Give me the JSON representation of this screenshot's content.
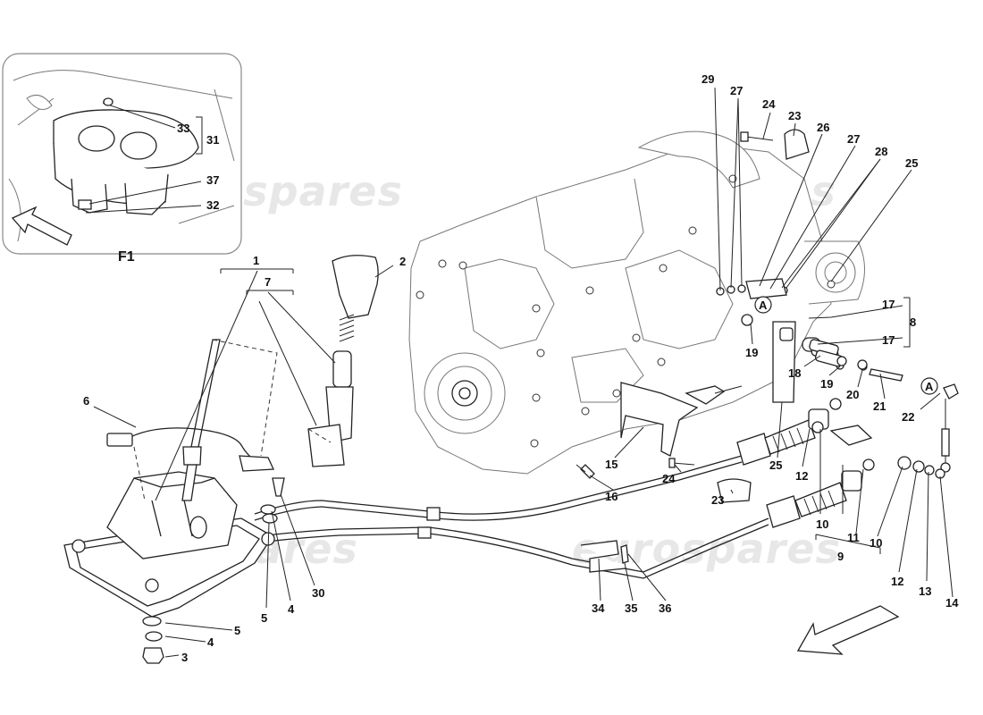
{
  "watermark": {
    "brand": "eurospares",
    "color": "#e7e7e7"
  },
  "inset": {
    "label": "F1",
    "callouts": [
      "33",
      "31",
      "37",
      "32"
    ]
  },
  "circle_markers": [
    "A",
    "A"
  ],
  "callouts": {
    "c1": "1",
    "c2": "2",
    "c3": "3",
    "c4a": "4",
    "c4b": "4",
    "c5a": "5",
    "c5b": "5",
    "c6": "6",
    "c7": "7",
    "c8": "8",
    "c9": "9",
    "c10a": "10",
    "c10b": "10",
    "c11": "11",
    "c12a": "12",
    "c12b": "12",
    "c13": "13",
    "c14": "14",
    "c15": "15",
    "c16": "16",
    "c17a": "17",
    "c17b": "17",
    "c18": "18",
    "c19a": "19",
    "c19b": "19",
    "c20": "20",
    "c21": "21",
    "c22": "22",
    "c23a": "23",
    "c23b": "23",
    "c24a": "24",
    "c24b": "24",
    "c25a": "25",
    "c25b": "25",
    "c26": "26",
    "c27a": "27",
    "c27b": "27",
    "c28": "28",
    "c29": "29",
    "c30": "30",
    "c34": "34",
    "c35": "35",
    "c36": "36"
  }
}
